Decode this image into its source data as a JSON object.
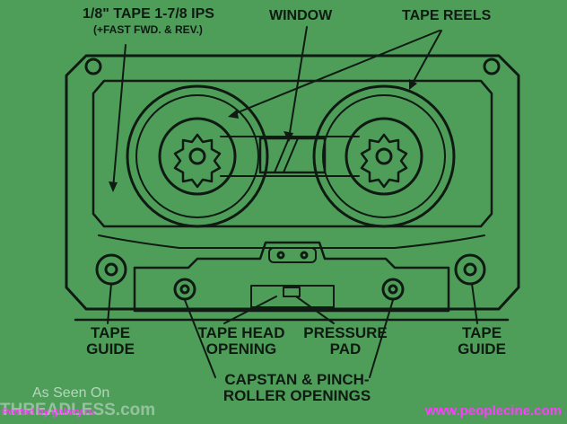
{
  "labels": {
    "tape_line1": "1/8\" TAPE  1-7/8 IPS",
    "tape_line2": "(+FAST FWD. & REV.)",
    "window": "WINDOW",
    "tape_reels": "TAPE REELS",
    "tape_guide_left_1": "TAPE",
    "tape_guide_left_2": "GUIDE",
    "tape_head_1": "TAPE HEAD",
    "tape_head_2": "OPENING",
    "pressure_pad_1": "PRESSURE",
    "pressure_pad_2": "PAD",
    "tape_guide_right_1": "TAPE",
    "tape_guide_right_2": "GUIDE",
    "capstan_1": "CAPSTAN & PINCH-",
    "capstan_2": "ROLLER OPENINGS"
  },
  "watermarks": {
    "as_seen_on": "As Seen On",
    "thread_logo": "THREADLESS.com",
    "posted_by": "Posted by galaxy.ru",
    "site": "www.peoplecine.com"
  },
  "colors": {
    "background": "#4e9e5a",
    "ink": "#0f1a12",
    "watermark_pink": "#ff3dff"
  }
}
